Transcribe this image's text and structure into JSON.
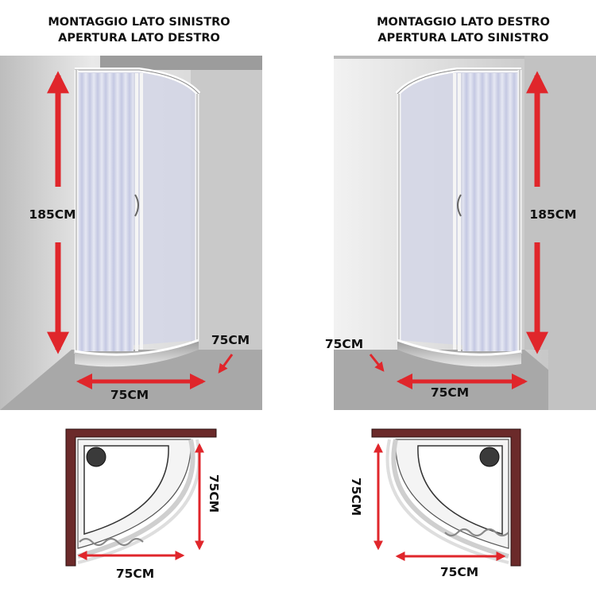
{
  "panels": {
    "left": {
      "title_line1": "MONTAGGIO LATO SINISTRO",
      "title_line2": "APERTURA LATO DESTRO",
      "height_label": "185CM",
      "depth_label": "75CM",
      "width_label": "75CM",
      "plan_side_label": "75CM",
      "plan_bottom_label": "75CM"
    },
    "right": {
      "title_line1": "MONTAGGIO LATO DESTRO",
      "title_line2": "APERTURA LATO SINISTRO",
      "height_label": "185CM",
      "depth_label": "75CM",
      "width_label": "75CM",
      "plan_side_label": "75CM",
      "plan_bottom_label": "75CM"
    }
  },
  "colors": {
    "arrow": "#e0262b",
    "wall_frame": "#6b2a2a",
    "background_wall": "#d9d9d9",
    "floor": "#a9a9a9"
  }
}
